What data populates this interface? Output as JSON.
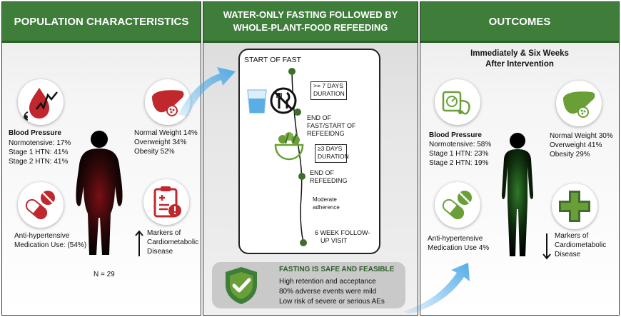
{
  "left": {
    "header": "POPULATION CHARACTERISTICS",
    "bp_title": "Blood Pressure",
    "bp_lines": [
      "Normotensive: 17%",
      "Stage 1 HTN:  41%",
      "Stage 2 HTN:  41%"
    ],
    "weight_lines": [
      "Normal Weight 14%",
      "Overweight 34%",
      "Obesity 52%"
    ],
    "med_lines": [
      "Anti-hypertensive",
      "Medication Use: (54%)"
    ],
    "markers_lines": [
      "Markers of",
      "Cardiometabolic",
      "Disease"
    ],
    "n_label": "N = 29"
  },
  "middle": {
    "header_lines": [
      "WATER-ONLY FASTING FOLLOWED BY",
      "WHOLE-PLANT-FOOD REFEEDING"
    ],
    "start": "START OF FAST",
    "duration1": [
      ">= 7 DAYS",
      "DURATION"
    ],
    "end_fast": [
      "END OF",
      "FAST/START OF",
      "REFEEIDNG"
    ],
    "duration2": [
      "≥3 DAYS",
      "DURATION"
    ],
    "end_refeed": [
      "END OF",
      "REFEEDING"
    ],
    "adherence": [
      "Moderate",
      "adherence"
    ],
    "followup": [
      "6 WEEK FOLLOW-",
      "UP VISIT"
    ],
    "card_title": "FASTING IS SAFE AND FEASIBLE",
    "card_lines": [
      "High retention and acceptance",
      "80% adverse events were mild",
      "Low risk of severe or serious AEs"
    ]
  },
  "right": {
    "header": "OUTCOMES",
    "subtitle": [
      "Immediately & Six Weeks",
      "After Intervention"
    ],
    "bp_title": "Blood Pressure",
    "bp_lines": [
      "Normotensive: 58%",
      "Stage 1 HTN: 23%",
      "Stage 2 HTN: 19%"
    ],
    "weight_lines": [
      "Normal Weight 30%",
      "Overweight 41%",
      "Obesity 29%"
    ],
    "med_lines": [
      "Anti-hypertensive",
      "Medication Use 4%"
    ],
    "markers_lines": [
      "Markers of",
      "Cardiometabolic",
      "Disease"
    ]
  },
  "colors": {
    "green_header": "#3e7d3a",
    "red_icon": "#c0282d",
    "green_icon": "#6a9f37",
    "timeline_green": "#3f6e2c",
    "arrow_blue": "#4aa8e6"
  },
  "icons": [
    "blood-drop-icon",
    "liver-icon",
    "pill-icon",
    "clipboard-icon",
    "water-glass-icon",
    "no-food-icon",
    "vegetables-icon",
    "check-shield-icon",
    "gauge-icon",
    "medical-cross-icon"
  ]
}
